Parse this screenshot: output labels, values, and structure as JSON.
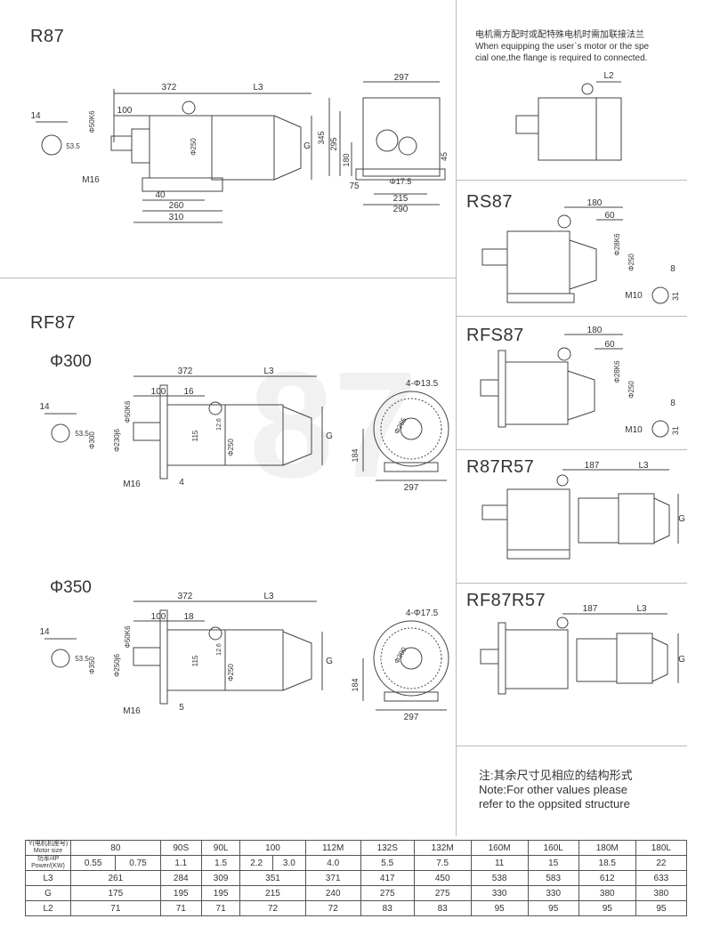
{
  "sections": {
    "r87": "R87",
    "rf87": "RF87",
    "phi300": "Φ300",
    "phi350": "Φ350",
    "rs87": "RS87",
    "rfs87": "RFS87",
    "r87r57": "R87R57",
    "rf87r57": "RF87R57"
  },
  "note_top": {
    "cn": "电机需方配时或配特殊电机时需加联接法兰",
    "en1": "When equipping the user`s motor or the spe",
    "en2": "cial one,the flange is required to connected."
  },
  "note_bottom": {
    "cn": "注:其余尺寸见相应的结构形式",
    "en1": "Note:For other values please",
    "en2": "refer to the oppsited structure"
  },
  "dims": {
    "r87_side": {
      "d372": "372",
      "l3": "L3",
      "d100": "100",
      "d14": "14",
      "d53": "53.5",
      "shaft": "Φ50K6",
      "flange": "Φ250",
      "m16": "M16",
      "d40": "40",
      "d260": "260",
      "d310": "310",
      "g": "G"
    },
    "r87_end": {
      "d297": "297",
      "d345": "345",
      "d295": "295",
      "d180": "180",
      "d45": "45",
      "d75": "75",
      "hole": "Φ17.5",
      "d215": "215",
      "d290": "290"
    },
    "l2": "L2",
    "rs87": {
      "d180": "180",
      "d60": "60",
      "shaft": "Φ28K6",
      "flange": "Φ250",
      "m10": "M10",
      "d8": "8",
      "d31": "31"
    },
    "rfs87": {
      "d180": "180",
      "d60": "60",
      "shaft": "Φ28K6",
      "flange": "Φ250",
      "m10": "M10",
      "d8": "8",
      "d31": "31"
    },
    "r87r57": {
      "d187": "187",
      "l3": "L3",
      "g": "G"
    },
    "rf87r57": {
      "d187": "187",
      "l3": "L3",
      "g": "G"
    },
    "rf300": {
      "d372": "372",
      "l3": "L3",
      "d100": "100",
      "d16": "16",
      "d14": "14",
      "d53": "53.5",
      "shaft": "Φ50K6",
      "d300": "Φ300",
      "d230": "Φ230j6",
      "d115": "115",
      "d12": "12.6",
      "d250": "Φ250",
      "m16": "M16",
      "d4": "4",
      "g": "G",
      "holes": "4-Φ13.5",
      "pcd": "Φ265",
      "d184": "184",
      "d297": "297"
    },
    "rf350": {
      "d372": "372",
      "l3": "L3",
      "d100": "100",
      "d18": "18",
      "d14": "14",
      "d53": "53.5",
      "shaft": "Φ50K6",
      "d350": "Φ350",
      "d250j6": "Φ250j6",
      "d115": "115",
      "d12": "12.6",
      "d250": "Φ250",
      "m16": "M16",
      "d5": "5",
      "g": "G",
      "holes": "4-Φ17.5",
      "pcd": "Φ300",
      "d184": "184",
      "d297": "297"
    }
  },
  "table": {
    "header_cn": "Y(电机机座号)",
    "header_en": "Motor size",
    "power_cn": "功率/4P",
    "power_en": "Power/(KW)",
    "motor_sizes": [
      "80",
      "90S",
      "90L",
      "100",
      "112M",
      "132S",
      "132M",
      "160M",
      "160L",
      "180M",
      "180L"
    ],
    "powers": [
      "0.55",
      "0.75",
      "1.1",
      "1.5",
      "2.2",
      "3.0",
      "4.0",
      "5.5",
      "7.5",
      "11",
      "15",
      "18.5",
      "22"
    ],
    "rows": [
      {
        "label": "L3",
        "values": [
          "261",
          "284",
          "309",
          "351",
          "371",
          "417",
          "450",
          "538",
          "583",
          "612",
          "633"
        ]
      },
      {
        "label": "G",
        "values": [
          "175",
          "195",
          "195",
          "215",
          "240",
          "275",
          "275",
          "330",
          "330",
          "380",
          "380"
        ]
      },
      {
        "label": "L2",
        "values": [
          "71",
          "71",
          "71",
          "72",
          "72",
          "83",
          "83",
          "95",
          "95",
          "95",
          "95"
        ]
      }
    ]
  }
}
